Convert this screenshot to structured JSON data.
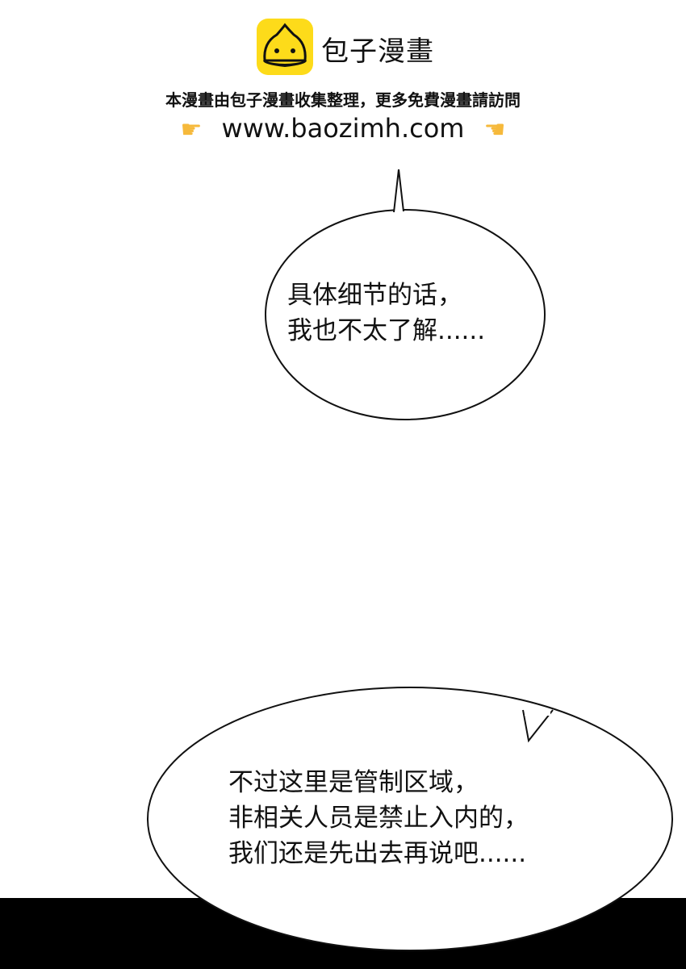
{
  "watermark": {
    "brand": "包子漫畫",
    "notice": "本漫畫由包子漫畫收集整理，更多免費漫畫請訪問",
    "url": "www.baozimh.com",
    "left_icon": "pointing-right-hand-icon",
    "right_icon": "pointing-left-hand-icon",
    "accent": "#fddb1a"
  },
  "bubbles": [
    {
      "lines": [
        "具体细节的话，",
        "我也不太了解......"
      ]
    },
    {
      "lines": [
        "不过这里是管制区域，",
        "非相关人员是禁止入内的，",
        "我们还是先出去再说吧......"
      ]
    }
  ]
}
